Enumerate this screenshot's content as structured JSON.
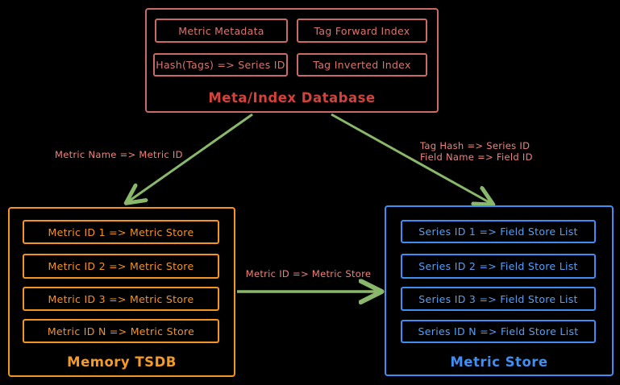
{
  "diagram": {
    "background": "#000000",
    "colors": {
      "meta_box_border": "#c96b64",
      "meta_title": "#d6413a",
      "tsdb_accent": "#f5941f",
      "store_accent": "#3f8ef3",
      "arrow_green": "#8ab86b",
      "edge_label_pink": "#ef8379"
    },
    "meta_index_db": {
      "title": "Meta/Index Database",
      "cells": [
        "Metric Metadata",
        "Tag Forward Index",
        "Hash(Tags) => Series ID",
        "Tag Inverted Index"
      ]
    },
    "memory_tsdb": {
      "title": "Memory TSDB",
      "cells": [
        "Metric ID 1 => Metric Store",
        "Metric ID 2 => Metric Store",
        "Metric ID 3 => Metric Store",
        "Metric ID N => Metric Store"
      ]
    },
    "metric_store": {
      "title": "Metric Store",
      "cells": [
        "Series ID 1 => Field Store List",
        "Series ID 2 => Field Store List",
        "Series ID 3 => Field Store List",
        "Series ID N => Field Store List"
      ]
    },
    "edges": {
      "meta_to_tsdb_label": "Metric Name => Metric ID",
      "meta_to_store_label_line1": "Tag Hash => Series ID",
      "meta_to_store_label_line2": "Field Name => Field ID",
      "tsdb_to_store_label": "Metric ID => Metric Store"
    }
  }
}
